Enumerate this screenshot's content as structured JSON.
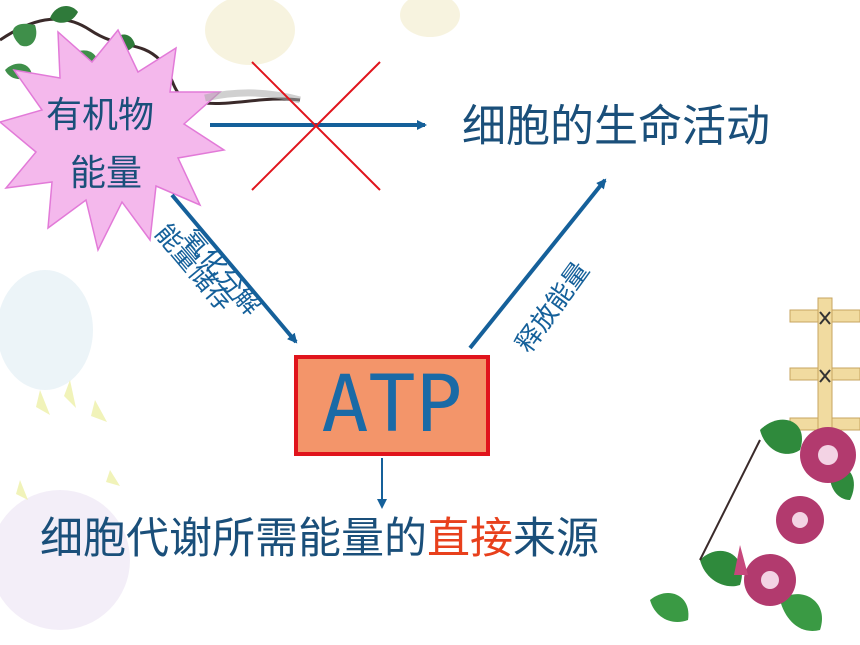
{
  "source": {
    "line1": "有机物",
    "line2": "能量"
  },
  "target": "细胞的生命活动",
  "left_arrow_labels": {
    "outer": "氧化分解",
    "inner": "能量储存"
  },
  "right_arrow_label": "释放能量",
  "center": "ATP",
  "conclusion": {
    "part1": "细胞代谢所需能量的",
    "highlight": "直接",
    "part2": "来源"
  },
  "colors": {
    "text_dark": "#1a4f7a",
    "arrow": "#15609a",
    "cross": "#e0141c",
    "atp_fill": "#f3956a",
    "atp_border": "#e0141c",
    "highlight": "#e8401c",
    "starburst": "#f4b8ec"
  }
}
